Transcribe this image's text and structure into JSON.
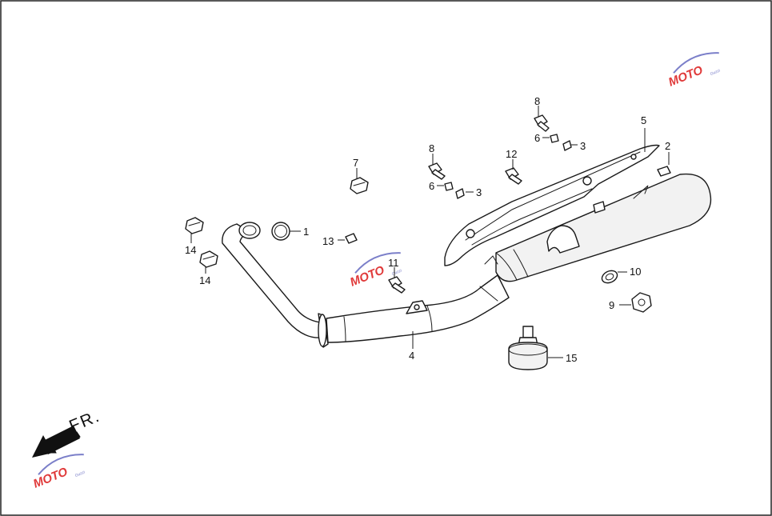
{
  "diagram": {
    "direction_label": "FR.",
    "watermark": {
      "text": "MOTO",
      "sub": "Guzzi",
      "color_primary": "#e03a3a",
      "color_secondary": "#7b7fc9"
    },
    "callouts": {
      "c1": "1",
      "c2": "2",
      "c3a": "3",
      "c3b": "3",
      "c4": "4",
      "c5": "5",
      "c6a": "6",
      "c6b": "6",
      "c7": "7",
      "c8a": "8",
      "c8b": "8",
      "c9": "9",
      "c10": "10",
      "c11": "11",
      "c12": "12",
      "c13": "13",
      "c14a": "14",
      "c14b": "14",
      "c15": "15"
    }
  }
}
